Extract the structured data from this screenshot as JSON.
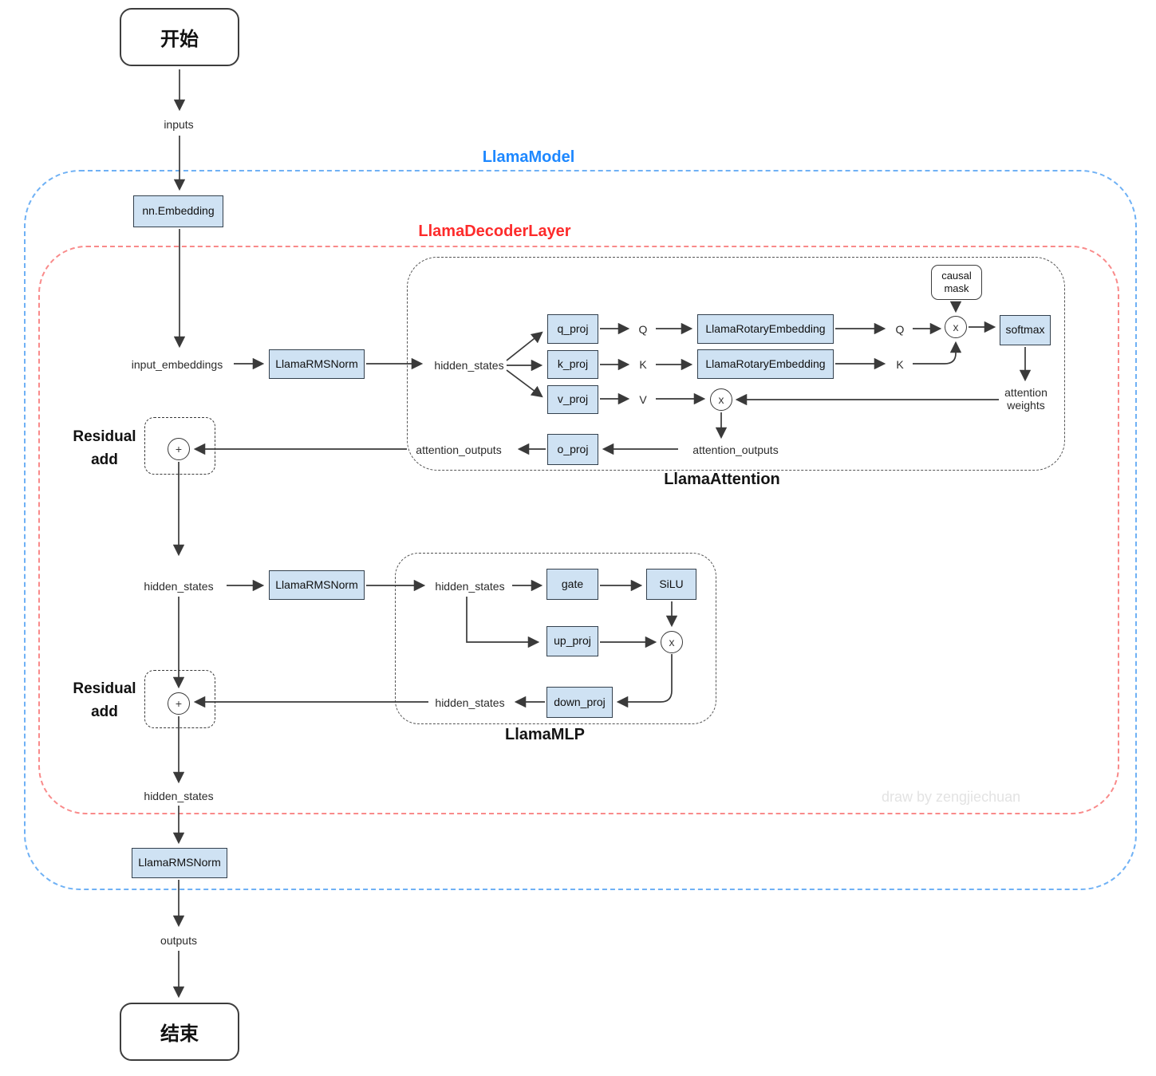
{
  "watermark": "draw by zengjiechuan",
  "terminals": {
    "start": "开始",
    "end": "结束"
  },
  "containers": {
    "model": {
      "label": "LlamaModel"
    },
    "decoder": {
      "label": "LlamaDecoderLayer"
    },
    "attention": {
      "label": "LlamaAttention"
    },
    "mlp": {
      "label": "LlamaMLP"
    }
  },
  "nodes": {
    "embedding": "nn.Embedding",
    "rmsnorm_attn": "LlamaRMSNorm",
    "rmsnorm_mlp": "LlamaRMSNorm",
    "rmsnorm_final": "LlamaRMSNorm",
    "q_proj": "q_proj",
    "k_proj": "k_proj",
    "v_proj": "v_proj",
    "o_proj": "o_proj",
    "rotary_q": "LlamaRotaryEmbedding",
    "rotary_k": "LlamaRotaryEmbedding",
    "softmax": "softmax",
    "causal_mask": "causal mask",
    "gate": "gate",
    "silu": "SiLU",
    "up_proj": "up_proj",
    "down_proj": "down_proj"
  },
  "flow_labels": {
    "inputs": "inputs",
    "input_embeddings": "input_embeddings",
    "hidden_states_attn_in": "hidden_states",
    "hidden_states_post_attn": "hidden_states",
    "hidden_states_mlp_in": "hidden_states",
    "hidden_states_mlp_out": "hidden_states",
    "hidden_states_decoder_out": "hidden_states",
    "attention_outputs_inner": "attention_outputs",
    "attention_outputs_outer": "attention_outputs",
    "attention_weights": "attention weights",
    "q_pre": "Q",
    "k_pre": "K",
    "v_pre": "V",
    "q_post": "Q",
    "k_post": "K",
    "outputs": "outputs"
  },
  "annotations": {
    "residual_add_top": "Residual add",
    "residual_add_bottom": "Residual add"
  },
  "operators": {
    "add": "+",
    "multiply": "x"
  },
  "colors": {
    "node_fill": "#cfe2f3",
    "node_border": "#33404d",
    "model_label": "#1e88ff",
    "model_border": "#6fb1f5",
    "decoder_label": "#fd2b2b",
    "decoder_border": "#f98a8a",
    "inner_container_border": "#555555",
    "arrow": "#3a3a3a",
    "watermark": "#e3e3e3"
  }
}
